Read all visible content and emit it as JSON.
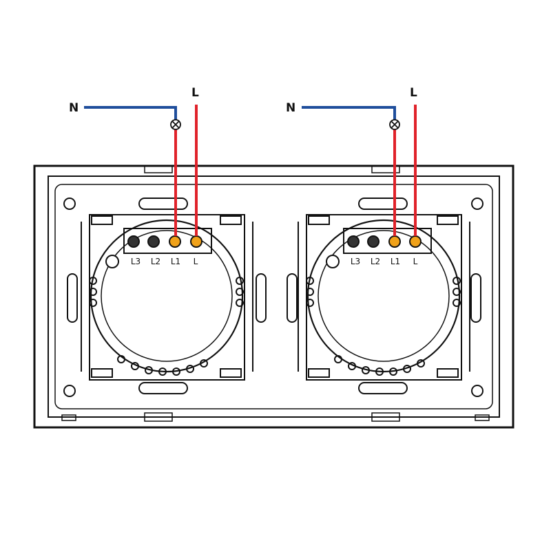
{
  "colors": {
    "outline": "#111111",
    "neutral_wire": "#1f4e9c",
    "live_wire": "#e0222a",
    "terminal_live": "#f0a21a",
    "background": "#ffffff"
  },
  "wire_labels": {
    "neutral": "N",
    "live": "L"
  },
  "terminal_labels": [
    "L3",
    "L2",
    "L1",
    "L"
  ],
  "gangs": [
    {
      "name": "left-switch-module",
      "connected_terminals": [
        "L1",
        "L"
      ]
    },
    {
      "name": "right-switch-module",
      "connected_terminals": [
        "L1",
        "L"
      ]
    }
  ],
  "icons": {
    "lamp": "lamp-cross-circle-icon",
    "terminal": "screw-terminal-icon",
    "mount_hole": "mounting-hole-icon"
  }
}
